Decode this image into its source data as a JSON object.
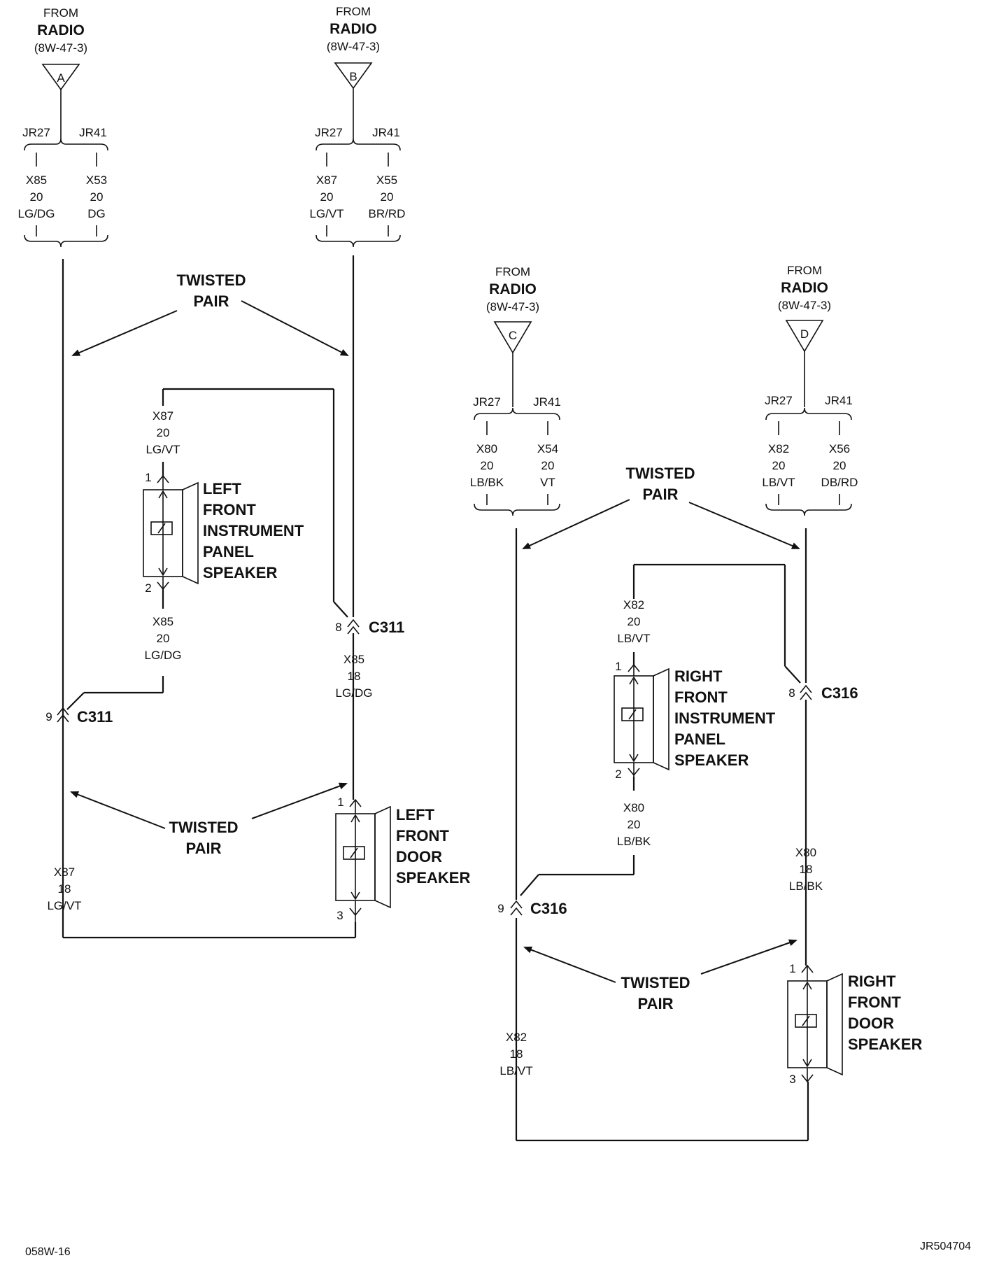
{
  "radio": {
    "from": "FROM",
    "name": "RADIO",
    "ref": "(8W-47-3)"
  },
  "connectors": {
    "a": "A",
    "b": "B",
    "c": "C",
    "d": "D"
  },
  "splice": {
    "left": "JR27",
    "right": "JR41"
  },
  "wires": {
    "a_left": [
      "X85",
      "20",
      "LG/DG"
    ],
    "a_right": [
      "X53",
      "20",
      "DG"
    ],
    "b_left": [
      "X87",
      "20",
      "LG/VT"
    ],
    "b_right": [
      "X55",
      "20",
      "BR/RD"
    ],
    "c_left": [
      "X80",
      "20",
      "LB/BK"
    ],
    "c_right": [
      "X54",
      "20",
      "VT"
    ],
    "d_left": [
      "X82",
      "20",
      "LB/VT"
    ],
    "d_right": [
      "X56",
      "20",
      "DB/RD"
    ],
    "lfip_top": [
      "X87",
      "20",
      "LG/VT"
    ],
    "lfip_bot": [
      "X85",
      "20",
      "LG/DG"
    ],
    "b_down": [
      "X85",
      "18",
      "LG/DG"
    ],
    "a_down": [
      "X87",
      "18",
      "LG/VT"
    ],
    "rfip_top": [
      "X82",
      "20",
      "LB/VT"
    ],
    "rfip_bot": [
      "X80",
      "20",
      "LB/BK"
    ],
    "d_down": [
      "X80",
      "18",
      "LB/BK"
    ],
    "c_down": [
      "X82",
      "18",
      "LB/VT"
    ]
  },
  "twisted_pair": [
    "TWISTED",
    "PAIR"
  ],
  "connectors_inline": {
    "c311": "C311",
    "c316": "C316",
    "pin8": "8",
    "pin9": "9"
  },
  "pins": {
    "p1": "1",
    "p2": "2",
    "p3": "3"
  },
  "speakers": {
    "lfip": [
      "LEFT",
      "FRONT",
      "INSTRUMENT",
      "PANEL",
      "SPEAKER"
    ],
    "lfd": [
      "LEFT",
      "FRONT",
      "DOOR",
      "SPEAKER"
    ],
    "rfip": [
      "RIGHT",
      "FRONT",
      "INSTRUMENT",
      "PANEL",
      "SPEAKER"
    ],
    "rfd": [
      "RIGHT",
      "FRONT",
      "DOOR",
      "SPEAKER"
    ]
  },
  "footer": {
    "left": "058W-16",
    "right": "JR504704"
  }
}
